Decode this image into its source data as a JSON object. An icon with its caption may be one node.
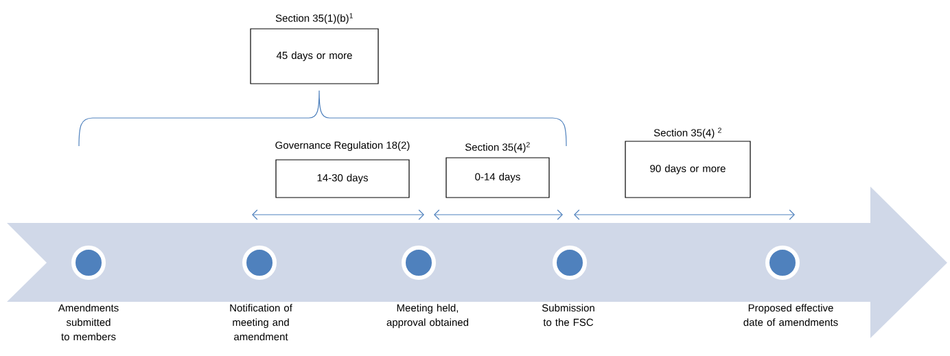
{
  "diagram": {
    "nodes": [
      {
        "text": [
          "Section 35(1)(b)$^{1}$",
          "45 days or more"
        ]
      },
      {
        "text": [
          "Governance Regulation 18(2)",
          "14-30 days"
        ]
      },
      {
        "text": [
          "Section 35(4)$^{2}$",
          "0-14 days"
        ]
      },
      {
        "text": [
          "Section 35(4) $^{2}$",
          "90 days or more"
        ]
      },
      {
        "text": [],
        "shape": "circle",
        "beside": [
          "Amendments submitted to members"
        ]
      },
      {
        "text": [],
        "shape": "circle",
        "beside": [
          "Notification of meeting and amendment"
        ]
      },
      {
        "text": [],
        "shape": "circle",
        "beside": [
          "Meeting held, approval obtained"
        ]
      },
      {
        "text": [],
        "shape": "circle",
        "beside": [
          "Submission to the FSC"
        ]
      },
      {
        "text": [],
        "shape": "circle",
        "beside": [
          "Proposed effective date of amendments"
        ]
      }
    ]
  }
}
